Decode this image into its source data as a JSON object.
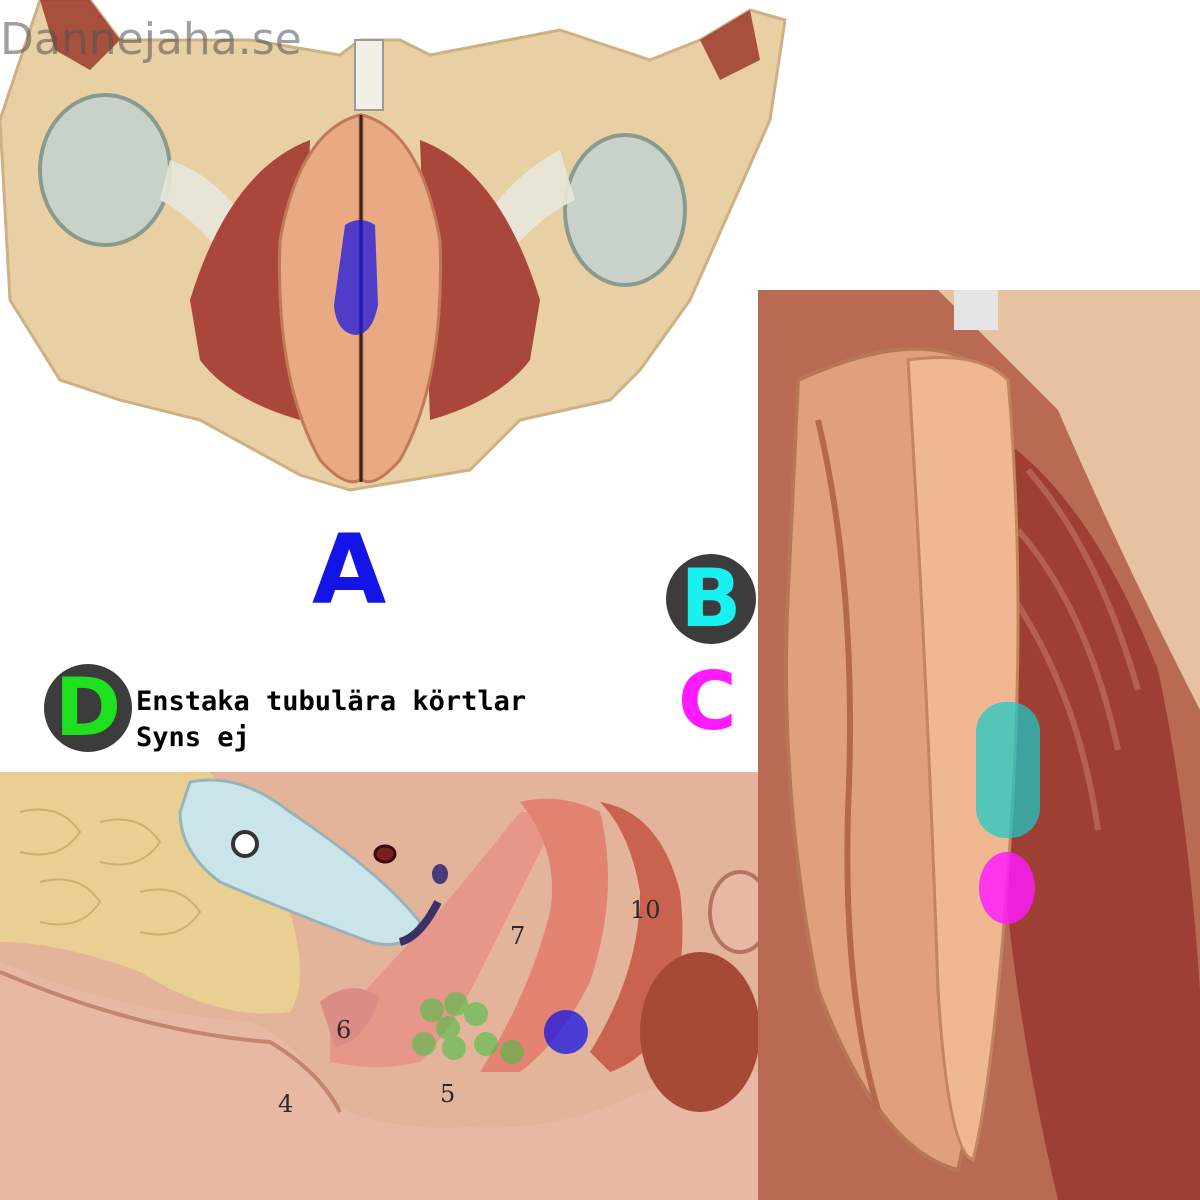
{
  "watermark": "Dannejaha.se",
  "labels": {
    "a": "A",
    "b": "B",
    "c": "C",
    "d": "D"
  },
  "note": {
    "line1": "Enstaka tubulära körtlar",
    "line2": "Syns ej"
  },
  "numbers": {
    "n4": "4",
    "n5": "5",
    "n6": "6",
    "n7": "7",
    "n10": "10"
  },
  "colors": {
    "a": "#1414e6",
    "b": "#19f0f0",
    "c": "#ff1aff",
    "d": "#1ee01e"
  }
}
